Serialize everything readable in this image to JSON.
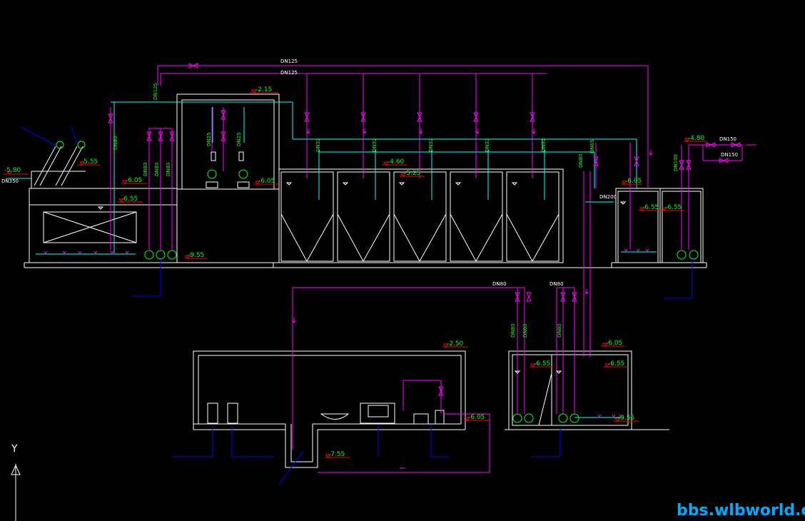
{
  "colors": {
    "background": "#000000",
    "structure": "#ffffff",
    "pipe_primary": "#ff00ff",
    "pipe_secondary": "#00ffff",
    "label": "#00ff00",
    "leader": "#0000ff",
    "elevation_mark": "#ff0000",
    "watermark": "#00aaff"
  },
  "pipe_labels": {
    "dn125_top": "DN125",
    "dn125_second": "DN125",
    "dn125_left": "DN125",
    "dn350": "DN350",
    "dn200": "DN200",
    "dn150_upper": "DN150",
    "dn150_lower": "DN150",
    "dn100": "DN100",
    "dn80_bottom_left": "DN80",
    "dn80_bottom_right": "DN80",
    "dn80_a": "DN80",
    "dn80_b": "DN80",
    "dn80_c": "DN80",
    "dn80_d": "DN80",
    "dn80_e": "DN80",
    "dn80_v1": "DN80",
    "dn80_v2": "DN80",
    "dn80_v3": "DN80",
    "dn32_1": "DN32",
    "dn32_2": "DN32",
    "dn32_3": "DN32",
    "dn32_4": "DN32",
    "dn32_5": "DN32",
    "dn65": "DN65",
    "dn25_a": "DN25",
    "dn25_b": "DN25"
  },
  "elevations": {
    "top_left": "-5.80",
    "screen": "-5.55",
    "regulating_top": "-6.05",
    "regulating_water": "-6.55",
    "regulating_bottom": "-9.55",
    "blower_roof": "-2.15",
    "blower_floor": "-6.05",
    "sbr_top": "-4.60",
    "sbr_water": "-5.25",
    "clear_top": "-4.80",
    "clear_left": "-6.05",
    "clear_water_a": "-6.55",
    "clear_water_b": "-6.55",
    "machine_roof": "-2.50",
    "machine_floor": "-6.05",
    "sludge_pit": "-7.55",
    "sludge_tank_top": "-6.05",
    "sludge_tank_water_a": "-6.55",
    "sludge_tank_water_b": "-6.55",
    "sludge_tank_bottom": "-9.55"
  },
  "watermark": "bbs.wlbworld.com",
  "axis_label": "Y"
}
